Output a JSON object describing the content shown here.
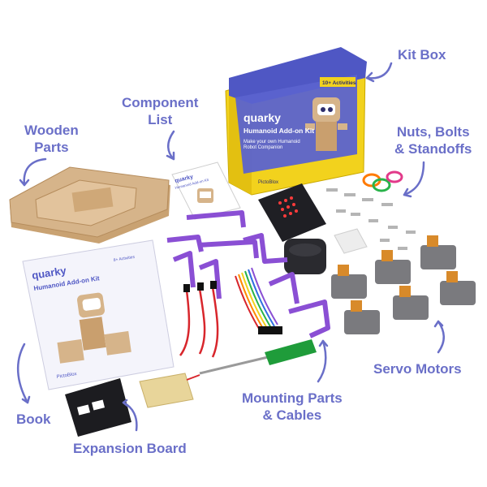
{
  "labels": {
    "kit_box": "Kit Box",
    "component_list": [
      "Component",
      "List"
    ],
    "wooden_parts": [
      "Wooden",
      "Parts"
    ],
    "nuts_bolts": [
      "Nuts, Bolts",
      "& Standoffs"
    ],
    "book": "Book",
    "expansion_board": "Expansion Board",
    "mounting": [
      "Mounting Parts",
      "& Cables"
    ],
    "servo_motors": "Servo Motors"
  },
  "kit_box_print": {
    "brand": "quarky",
    "title": "Humanoid Add-on Kit",
    "subtitle": [
      "Make your own Humanoid",
      "Robot Companion"
    ],
    "activities": "10+ Activities",
    "maker": "PictoBlox"
  },
  "book_print": {
    "brand": "quarky",
    "title": "Humanoid Add-on Kit",
    "activities": "8+ Activities",
    "maker": "PictoBlox"
  },
  "component_card_print": {
    "brand": "quarky",
    "title": "Humanoid Add-on Kit"
  },
  "colors": {
    "label": "#6a6fc8",
    "box_yellow": "#f2d21d",
    "box_blue": "#4f57c4",
    "purple_parts": "#8a4fd4",
    "wood": "#d6b48a"
  }
}
